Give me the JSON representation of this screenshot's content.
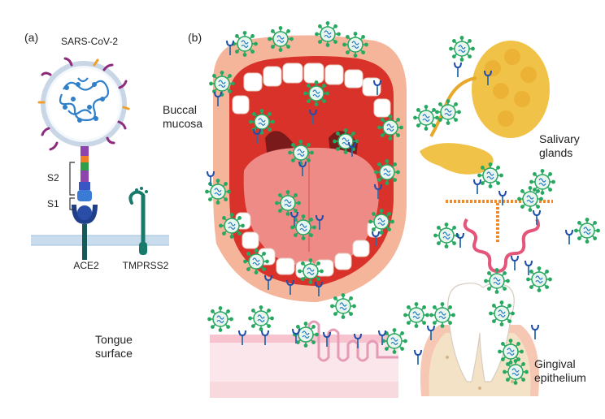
{
  "panels": {
    "a": {
      "label": "(a)",
      "virus_label": "SARS-CoV-2",
      "spike_s2": "S2",
      "spike_s1": "S1",
      "receptor": "ACE2",
      "protease": "TMPRSS2"
    },
    "b": {
      "label": "(b)",
      "buccal": [
        "Buccal",
        "mucosa"
      ],
      "salivary": [
        "Salivary",
        "glands"
      ],
      "tongue": [
        "Tongue",
        "surface"
      ],
      "gingival": [
        "Gingival",
        "epithelium"
      ]
    }
  },
  "colors": {
    "virus_rim": "#27a860",
    "virus_fill": "#e9f6ee",
    "virus_rna": "#2f7fc9",
    "receptor": "#1f4faa",
    "receptor_stalk": "#2a6ea8",
    "mouth_skin": "#f4b59a",
    "mouth_inner": "#d8322a",
    "tongue": "#ef8b86",
    "gland": "#f1c248",
    "membrane": "#c9dced",
    "tmprss2": "#177a6a"
  },
  "icons": {
    "virus": "coronavirus-particle-icon",
    "receptor": "ace2-receptor-icon",
    "protease": "tmprss2-protease-icon"
  }
}
